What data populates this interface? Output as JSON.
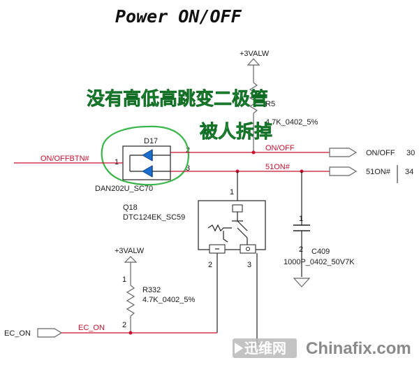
{
  "title": "Power ON/OFF",
  "annotation": {
    "line1": "没有高低高跳变二极管",
    "line2": "被人拆掉"
  },
  "top_rail": {
    "power": "+3VALW",
    "resistor_ref": "R5",
    "resistor_value": "4.7K_0402_5%"
  },
  "diode": {
    "ref": "D17",
    "part": "DAN202U_SC70",
    "pins": [
      "1",
      "2",
      "3"
    ]
  },
  "nets": {
    "onoffbtn": "ON/OFFBTN#",
    "onoff": "ON/OFF",
    "on51": "51ON#",
    "ec_on": "EC_ON"
  },
  "offpage": {
    "onoff_label": "ON/OFF",
    "onoff_page": "30",
    "on51_label": "51ON#",
    "on51_page": "34",
    "ec_on_label": "EC_ON"
  },
  "transistor": {
    "ref": "Q18",
    "part": "DTC124EK_SC59",
    "pins": [
      "1",
      "2",
      "3"
    ]
  },
  "capacitor": {
    "ref": "C409",
    "value": "1000P_0402_50V7K",
    "pins": [
      "1",
      "2"
    ]
  },
  "bottom_rail": {
    "power": "+3VALW",
    "resistor_ref": "R332",
    "resistor_value": "4.7K_0402_5%",
    "pins": [
      "1",
      "2"
    ]
  },
  "watermark": {
    "cn": "迅维网",
    "en": "Chinafix.com"
  }
}
